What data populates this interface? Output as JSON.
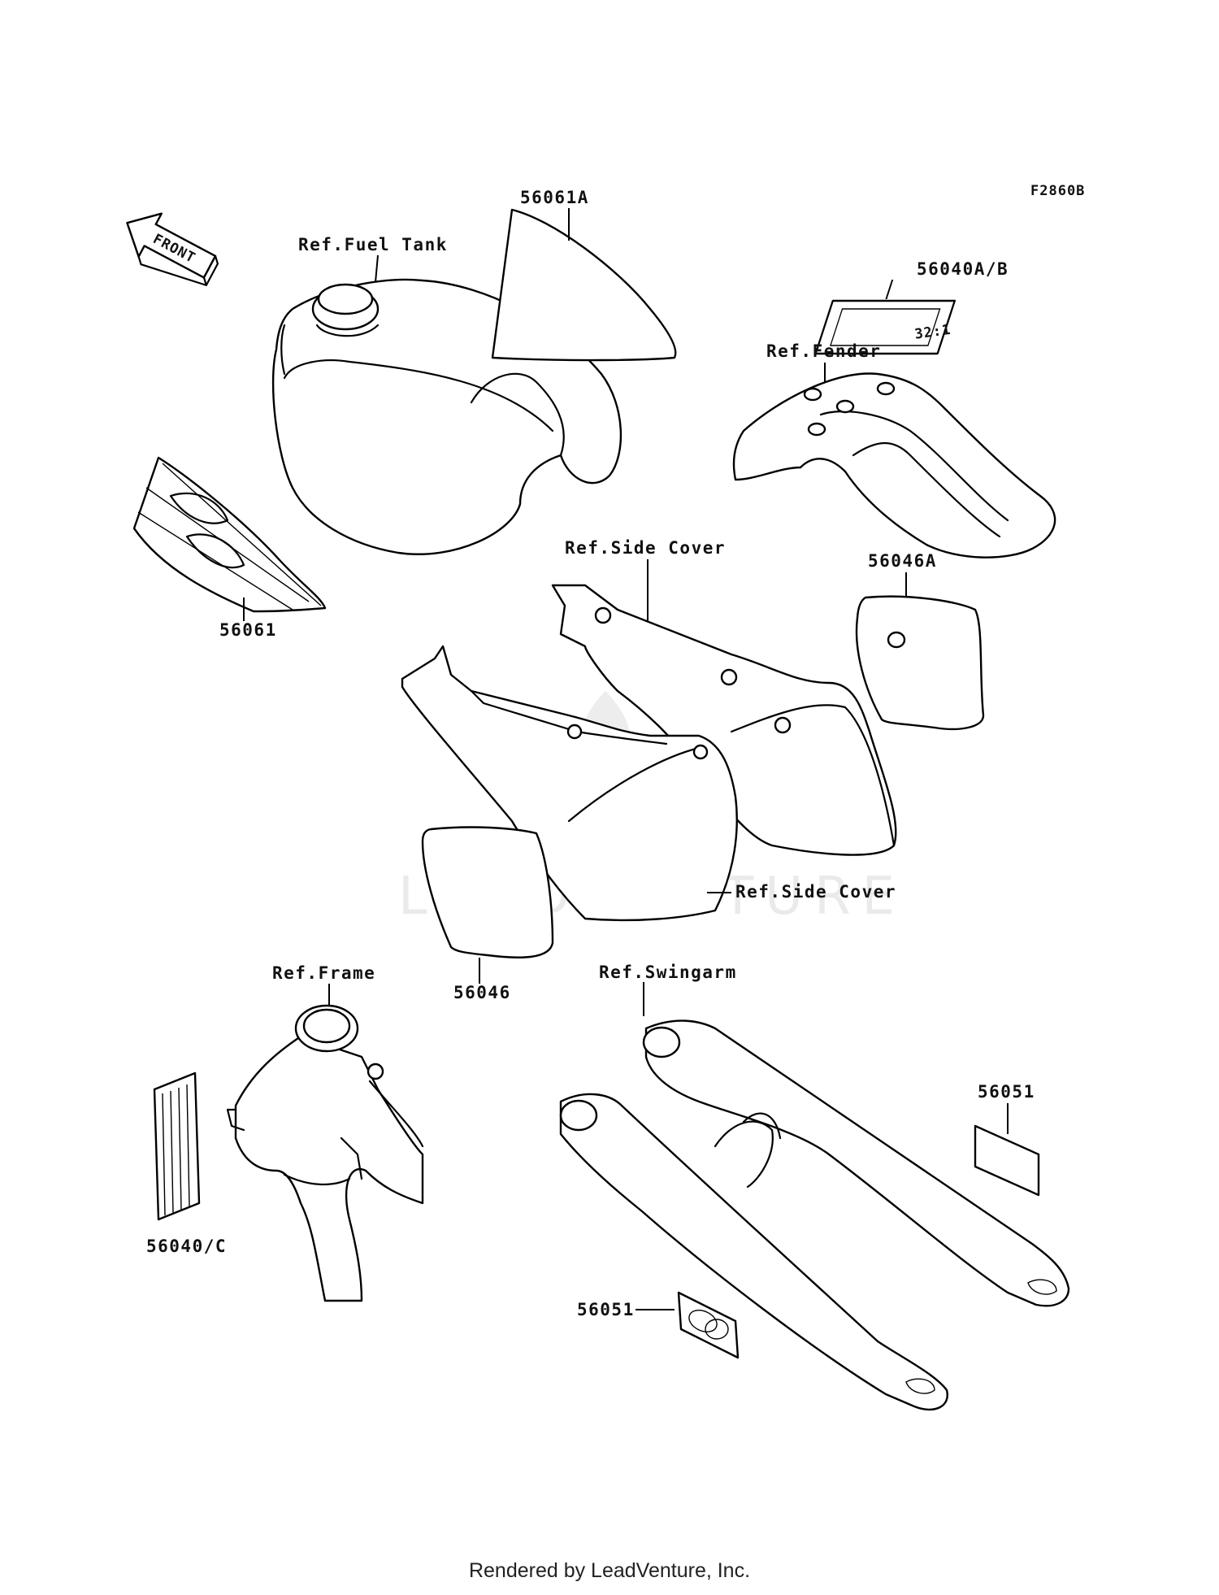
{
  "diagram_code": "F2860B",
  "front_arrow": {
    "text": "FRONT",
    "icon": "front-direction-arrow-icon"
  },
  "watermark": {
    "text": "LEADVENTURE",
    "icon": "leadventure-flame-logo-icon"
  },
  "labels": {
    "fuel_tank": "Ref.Fuel Tank",
    "fender": "Ref.Fender",
    "side_cover_upper": "Ref.Side Cover",
    "side_cover_lower": "Ref.Side Cover",
    "frame": "Ref.Frame",
    "swingarm": "Ref.Swingarm"
  },
  "parts": {
    "p56061A": "56061A",
    "p56040AB": "56040A/B",
    "p56061": "56061",
    "p56046A": "56046A",
    "p56046": "56046",
    "p56051_upper": "56051",
    "p56051_lower": "56051",
    "p56040C": "56040/C"
  },
  "decal_text": {
    "ratio_label": "32:1"
  },
  "footer": "Rendered by LeadVenture, Inc."
}
